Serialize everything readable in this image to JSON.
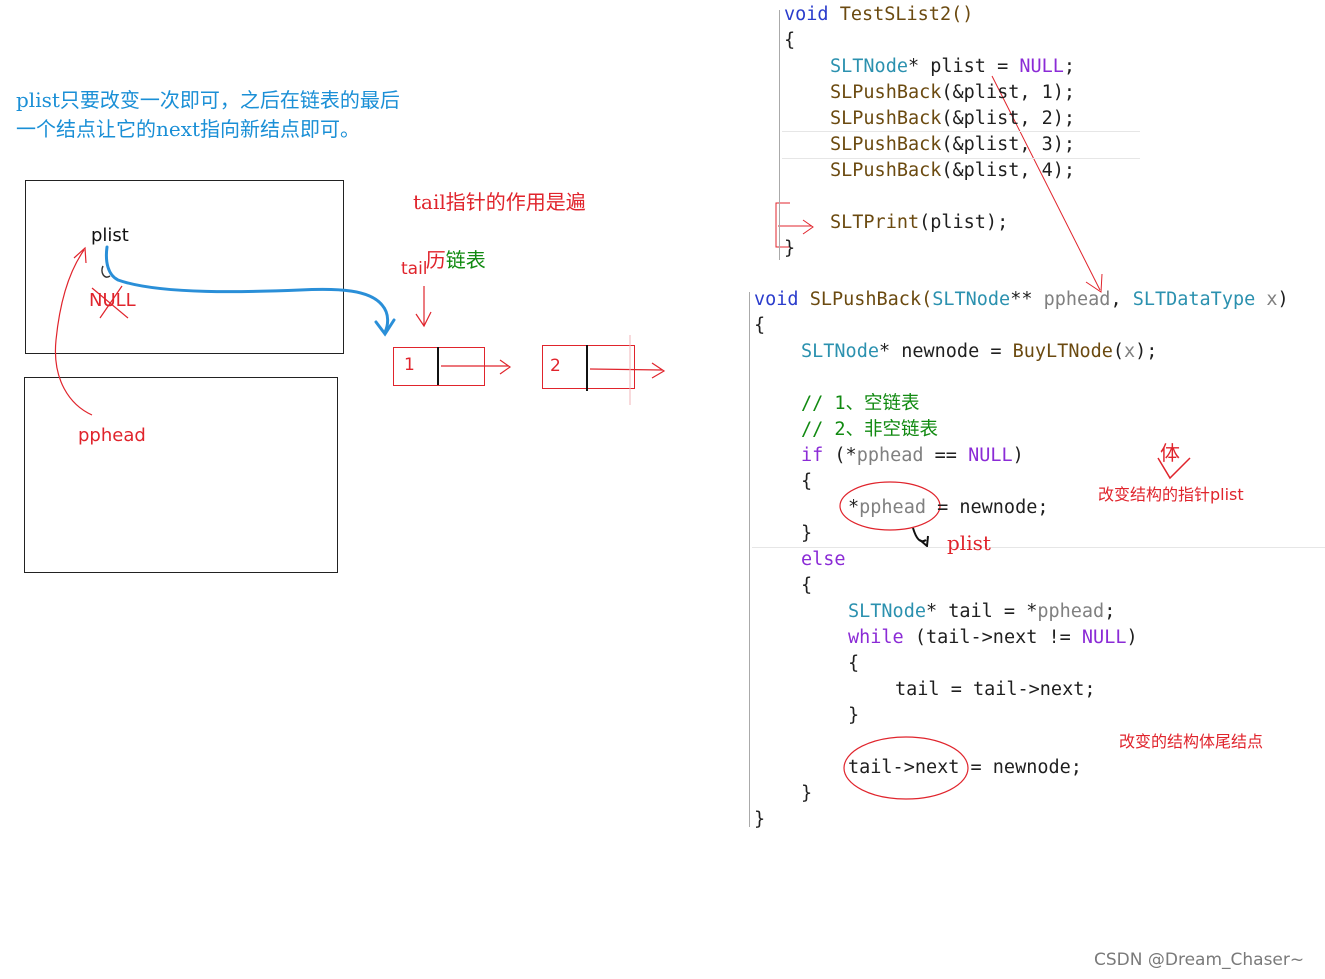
{
  "notes": {
    "plist_note": "plist只要改变一次即可，之后在链表的最后一个结点让它的next指向新结点即可。",
    "tail_note_red": "tail指针的作用是遍",
    "tail_note_red2": "历",
    "tail_note_green": "链表"
  },
  "diagram": {
    "plist_label": "plist",
    "null_label": "NULL",
    "pphead_label": "pphead",
    "tail_label": "tail",
    "node1_value": "1",
    "node2_value": "2"
  },
  "code_top": {
    "l1_kw": "void",
    "l1_fn": " TestSList2()",
    "l2": "{",
    "l3_ty": "SLTNode",
    "l3_a": "* plist = ",
    "l3_null": "NULL",
    "l3_b": ";",
    "l4_fn": "SLPushBack",
    "l4_a": "(&plist, 1);",
    "l5_fn": "SLPushBack",
    "l5_a": "(&plist, 2);",
    "l6_fn": "SLPushBack",
    "l6_a": "(&plist, 3);",
    "l7_fn": "SLPushBack",
    "l7_a": "(&plist, 4);",
    "l9_fn": "SLTPrint",
    "l9_a": "(plist);",
    "l10": "}"
  },
  "code_bottom": {
    "l1_kw": "void",
    "l1_fn": " SLPushBack(",
    "l1_ty1": "SLTNode",
    "l1_a": "** ",
    "l1_p1": "pphead",
    "l1_b": ", ",
    "l1_ty2": "SLTDataType",
    "l1_c": " ",
    "l1_p2": "x",
    "l1_d": ")",
    "l2": "{",
    "l3_ty": "SLTNode",
    "l3_a": "* newnode = ",
    "l3_fn": "BuyLTNode",
    "l3_b": "(",
    "l3_p": "x",
    "l3_c": ");",
    "l5_cm": "// 1、空链表",
    "l6_cm": "// 2、非空链表",
    "l7_kw": "if",
    "l7_a": " (*",
    "l7_p": "pphead",
    "l7_b": " == ",
    "l7_null": "NULL",
    "l7_c": ")",
    "l8": "{",
    "l9_a": "*",
    "l9_p": "pphead",
    "l9_b": " = newnode;",
    "l10": "}",
    "l11_kw": "else",
    "l12": "{",
    "l13_ty": "SLTNode",
    "l13_a": "* tail = *",
    "l13_p": "pphead",
    "l13_b": ";",
    "l14_kw": "while",
    "l14_a": " (tail->next != ",
    "l14_null": "NULL",
    "l14_b": ")",
    "l15": "{",
    "l16": "tail = tail->next;",
    "l17": "}",
    "l19": "tail->next = newnode;",
    "l20": "}",
    "l21": "}"
  },
  "annotations": {
    "ti_char": "体",
    "change_plist": "改变结构的指针plist",
    "plist_hand": "plist",
    "change_tail": "改变的结构体尾结点"
  },
  "watermark": "CSDN @Dream_Chaser~",
  "colors": {
    "note_blue": "#1a8fd6",
    "annotation_red": "#e0242c",
    "comment_green": "#118a11",
    "keyword_purple": "#8b2bd6",
    "type_teal": "#2b91af",
    "drawn_arrow_blue": "#2a8fd8"
  }
}
